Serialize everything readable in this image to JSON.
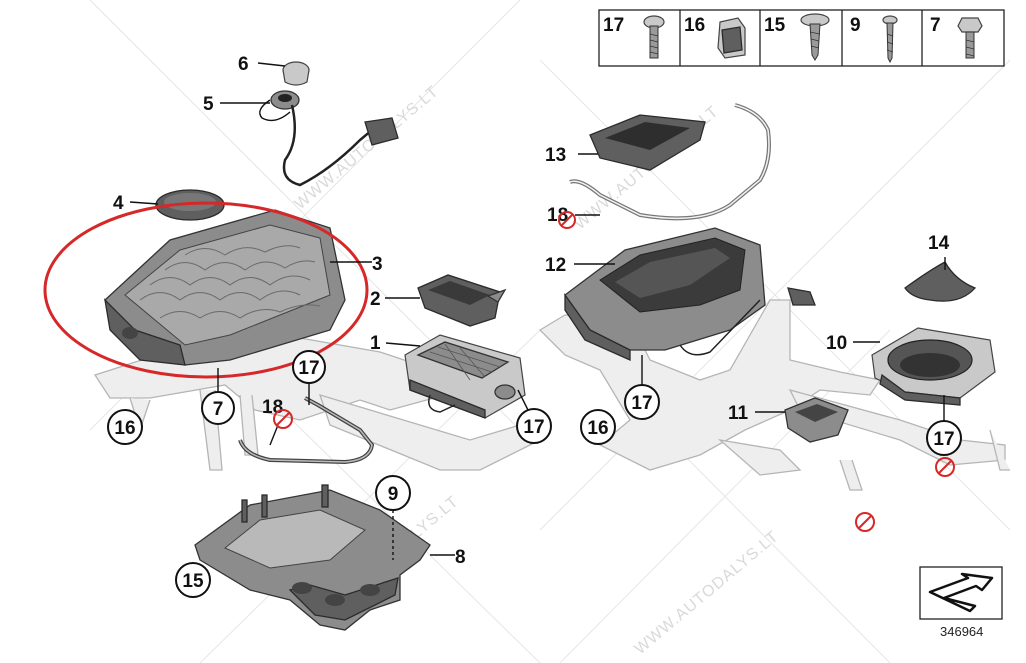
{
  "diagram": {
    "watermark": "WWW.AUTODALYS.LT",
    "drawing_number": "346964",
    "colors": {
      "highlight_ring": "#d62828",
      "prohibited": "#d62828"
    },
    "hardware_table": [
      {
        "num": "17",
        "icon": "torx-bolt-icon"
      },
      {
        "num": "16",
        "icon": "clip-nut-icon"
      },
      {
        "num": "15",
        "icon": "self-tapping-screw-icon"
      },
      {
        "num": "9",
        "icon": "long-screw-icon"
      },
      {
        "num": "7",
        "icon": "hex-bolt-icon"
      }
    ],
    "callouts": [
      {
        "id": "c1",
        "num": "1"
      },
      {
        "id": "c2",
        "num": "2"
      },
      {
        "id": "c3",
        "num": "3"
      },
      {
        "id": "c4",
        "num": "4"
      },
      {
        "id": "c5",
        "num": "5"
      },
      {
        "id": "c6",
        "num": "6"
      },
      {
        "id": "c7",
        "num": "7"
      },
      {
        "id": "c8",
        "num": "8"
      },
      {
        "id": "c9",
        "num": "9"
      },
      {
        "id": "c10",
        "num": "10"
      },
      {
        "id": "c11",
        "num": "11"
      },
      {
        "id": "c12",
        "num": "12"
      },
      {
        "id": "c13",
        "num": "13"
      },
      {
        "id": "c14",
        "num": "14"
      },
      {
        "id": "c15",
        "num": "15"
      },
      {
        "id": "c16a",
        "num": "16"
      },
      {
        "id": "c16b",
        "num": "16"
      },
      {
        "id": "c17a",
        "num": "17"
      },
      {
        "id": "c17b",
        "num": "17"
      },
      {
        "id": "c17c",
        "num": "17"
      },
      {
        "id": "c17d",
        "num": "17"
      },
      {
        "id": "c18a",
        "num": "18"
      },
      {
        "id": "c18b",
        "num": "18"
      }
    ]
  }
}
